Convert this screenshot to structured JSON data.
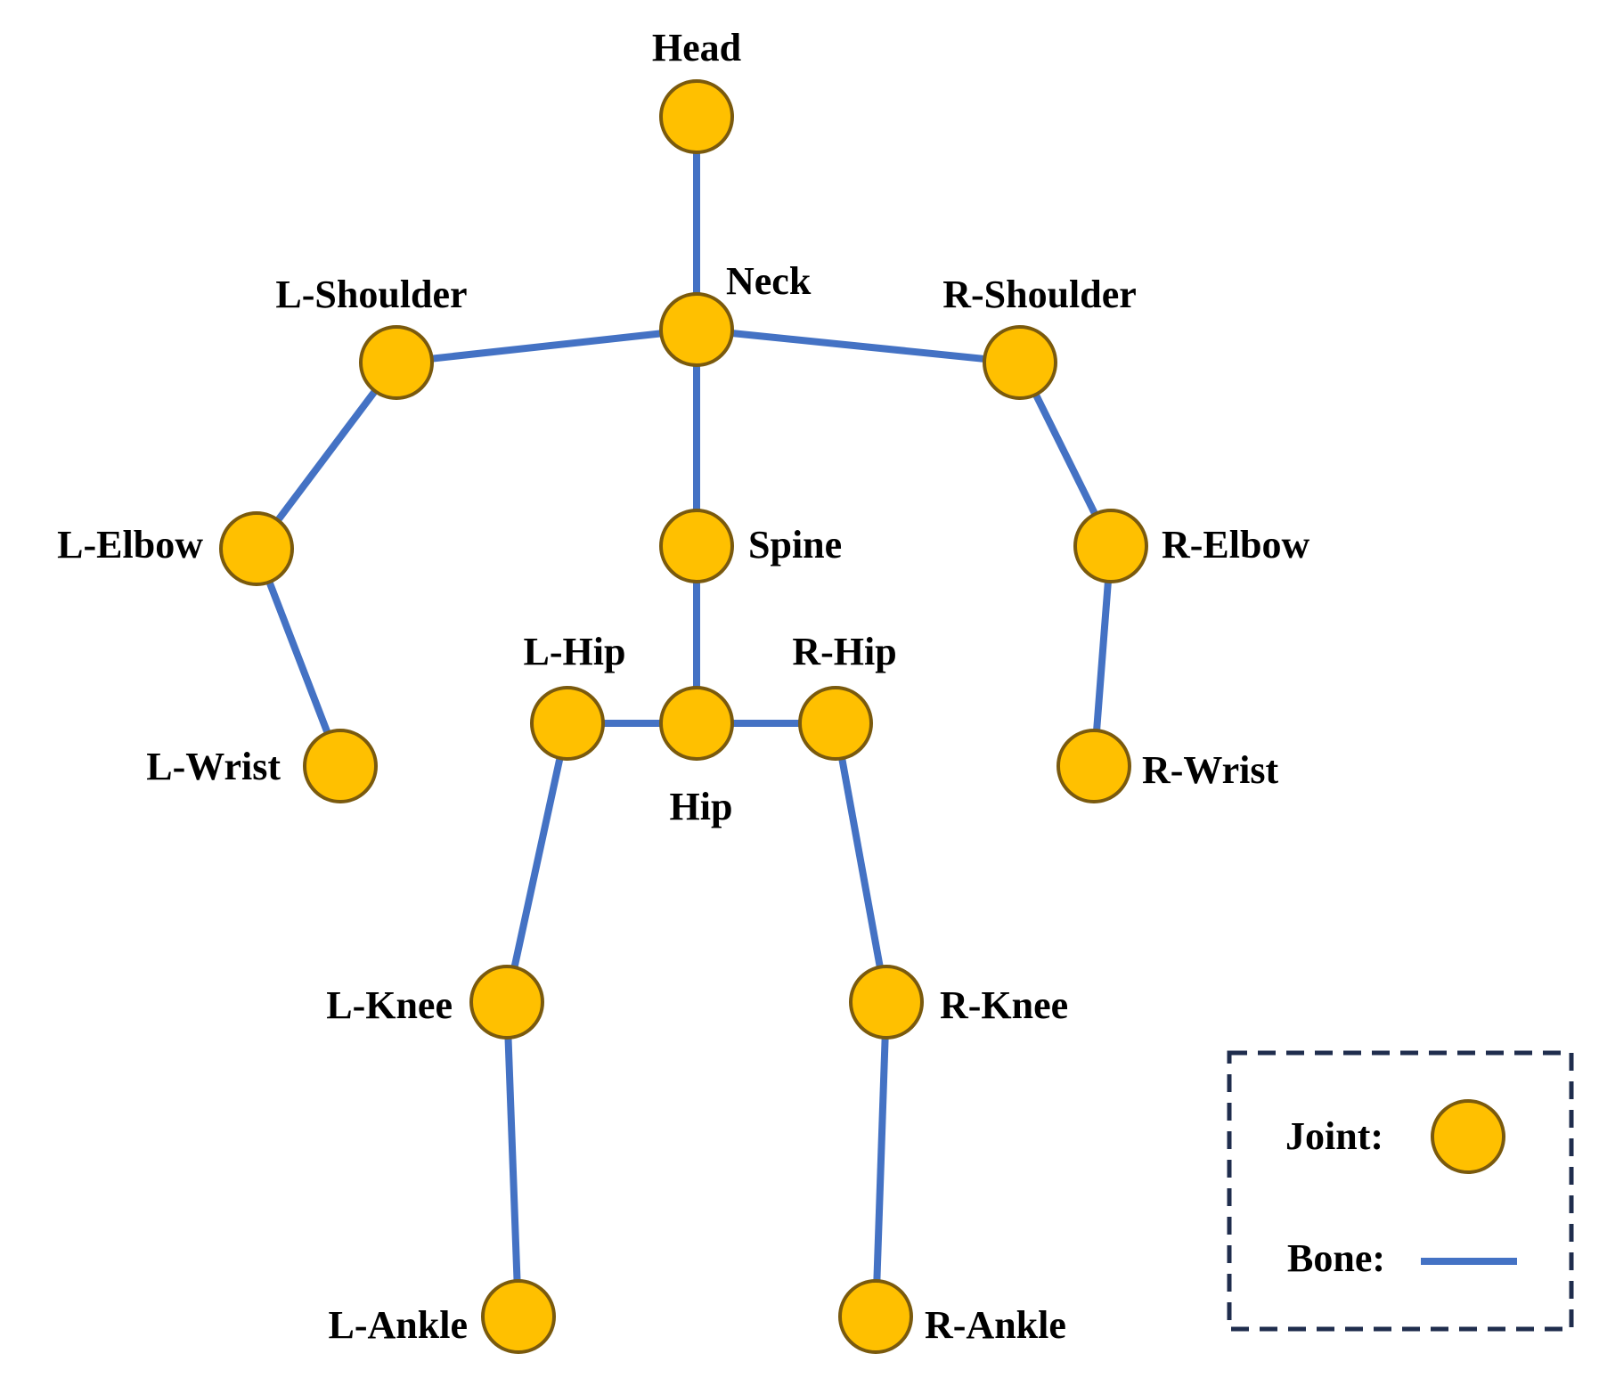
{
  "colors": {
    "joint_fill": "#FFC000",
    "joint_stroke": "#7A5A0E",
    "bone": "#4472C4",
    "label": "#000000",
    "legend_border": "#1F2D4D"
  },
  "joints": [
    {
      "id": "head",
      "label": "Head"
    },
    {
      "id": "neck",
      "label": "Neck"
    },
    {
      "id": "l_shoulder",
      "label": "L-Shoulder"
    },
    {
      "id": "r_shoulder",
      "label": "R-Shoulder"
    },
    {
      "id": "l_elbow",
      "label": "L-Elbow"
    },
    {
      "id": "spine",
      "label": "Spine"
    },
    {
      "id": "r_elbow",
      "label": "R-Elbow"
    },
    {
      "id": "l_hip",
      "label": "L-Hip"
    },
    {
      "id": "r_hip",
      "label": "R-Hip"
    },
    {
      "id": "hip",
      "label": "Hip"
    },
    {
      "id": "l_wrist",
      "label": "L-Wrist"
    },
    {
      "id": "r_wrist",
      "label": "R-Wrist"
    },
    {
      "id": "l_knee",
      "label": "L-Knee"
    },
    {
      "id": "r_knee",
      "label": "R-Knee"
    },
    {
      "id": "l_ankle",
      "label": "L-Ankle"
    },
    {
      "id": "r_ankle",
      "label": "R-Ankle"
    }
  ],
  "bones": [
    [
      "head",
      "neck"
    ],
    [
      "neck",
      "l_shoulder"
    ],
    [
      "neck",
      "r_shoulder"
    ],
    [
      "neck",
      "spine"
    ],
    [
      "l_shoulder",
      "l_elbow"
    ],
    [
      "l_elbow",
      "l_wrist"
    ],
    [
      "r_shoulder",
      "r_elbow"
    ],
    [
      "r_elbow",
      "r_wrist"
    ],
    [
      "spine",
      "hip"
    ],
    [
      "hip",
      "l_hip"
    ],
    [
      "hip",
      "r_hip"
    ],
    [
      "l_hip",
      "l_knee"
    ],
    [
      "l_knee",
      "l_ankle"
    ],
    [
      "r_hip",
      "r_knee"
    ],
    [
      "r_knee",
      "r_ankle"
    ]
  ],
  "legend": {
    "joint_label": "Joint:",
    "bone_label": "Bone:"
  }
}
